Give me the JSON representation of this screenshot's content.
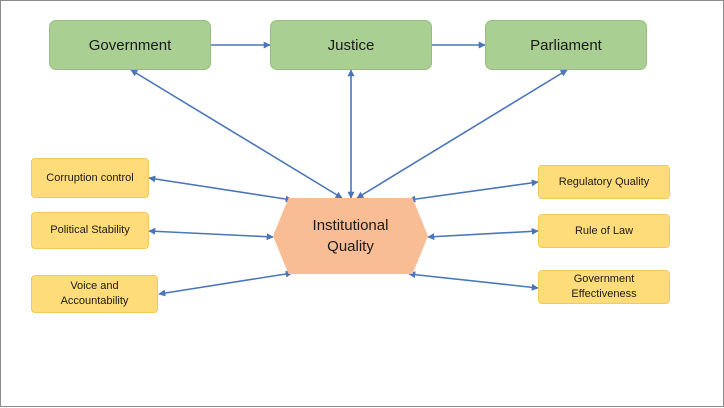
{
  "colors": {
    "arrow": "#4a76b8",
    "green_box": "#a9cf93",
    "yellow_box": "#ffdc7a",
    "center_hex": "#f9bd96"
  },
  "nodes": {
    "government": "Government",
    "justice": "Justice",
    "parliament": "Parliament",
    "institutional_quality": "Institutional Quality",
    "corruption_control": "Corruption control",
    "political_stability": "Political Stability",
    "voice_accountability": "Voice and Accountability",
    "regulatory_quality": "Regulatory Quality",
    "rule_of_law": "Rule of Law",
    "government_effectiveness": "Government Effectiveness"
  },
  "links": [
    {
      "from": "government",
      "to": "justice",
      "direction": "forward"
    },
    {
      "from": "justice",
      "to": "parliament",
      "direction": "forward"
    },
    {
      "from": "government",
      "to": "institutional_quality",
      "direction": "both"
    },
    {
      "from": "justice",
      "to": "institutional_quality",
      "direction": "both"
    },
    {
      "from": "parliament",
      "to": "institutional_quality",
      "direction": "both"
    },
    {
      "from": "corruption_control",
      "to": "institutional_quality",
      "direction": "both"
    },
    {
      "from": "political_stability",
      "to": "institutional_quality",
      "direction": "both"
    },
    {
      "from": "voice_accountability",
      "to": "institutional_quality",
      "direction": "both"
    },
    {
      "from": "regulatory_quality",
      "to": "institutional_quality",
      "direction": "both"
    },
    {
      "from": "rule_of_law",
      "to": "institutional_quality",
      "direction": "both"
    },
    {
      "from": "government_effectiveness",
      "to": "institutional_quality",
      "direction": "both"
    }
  ]
}
